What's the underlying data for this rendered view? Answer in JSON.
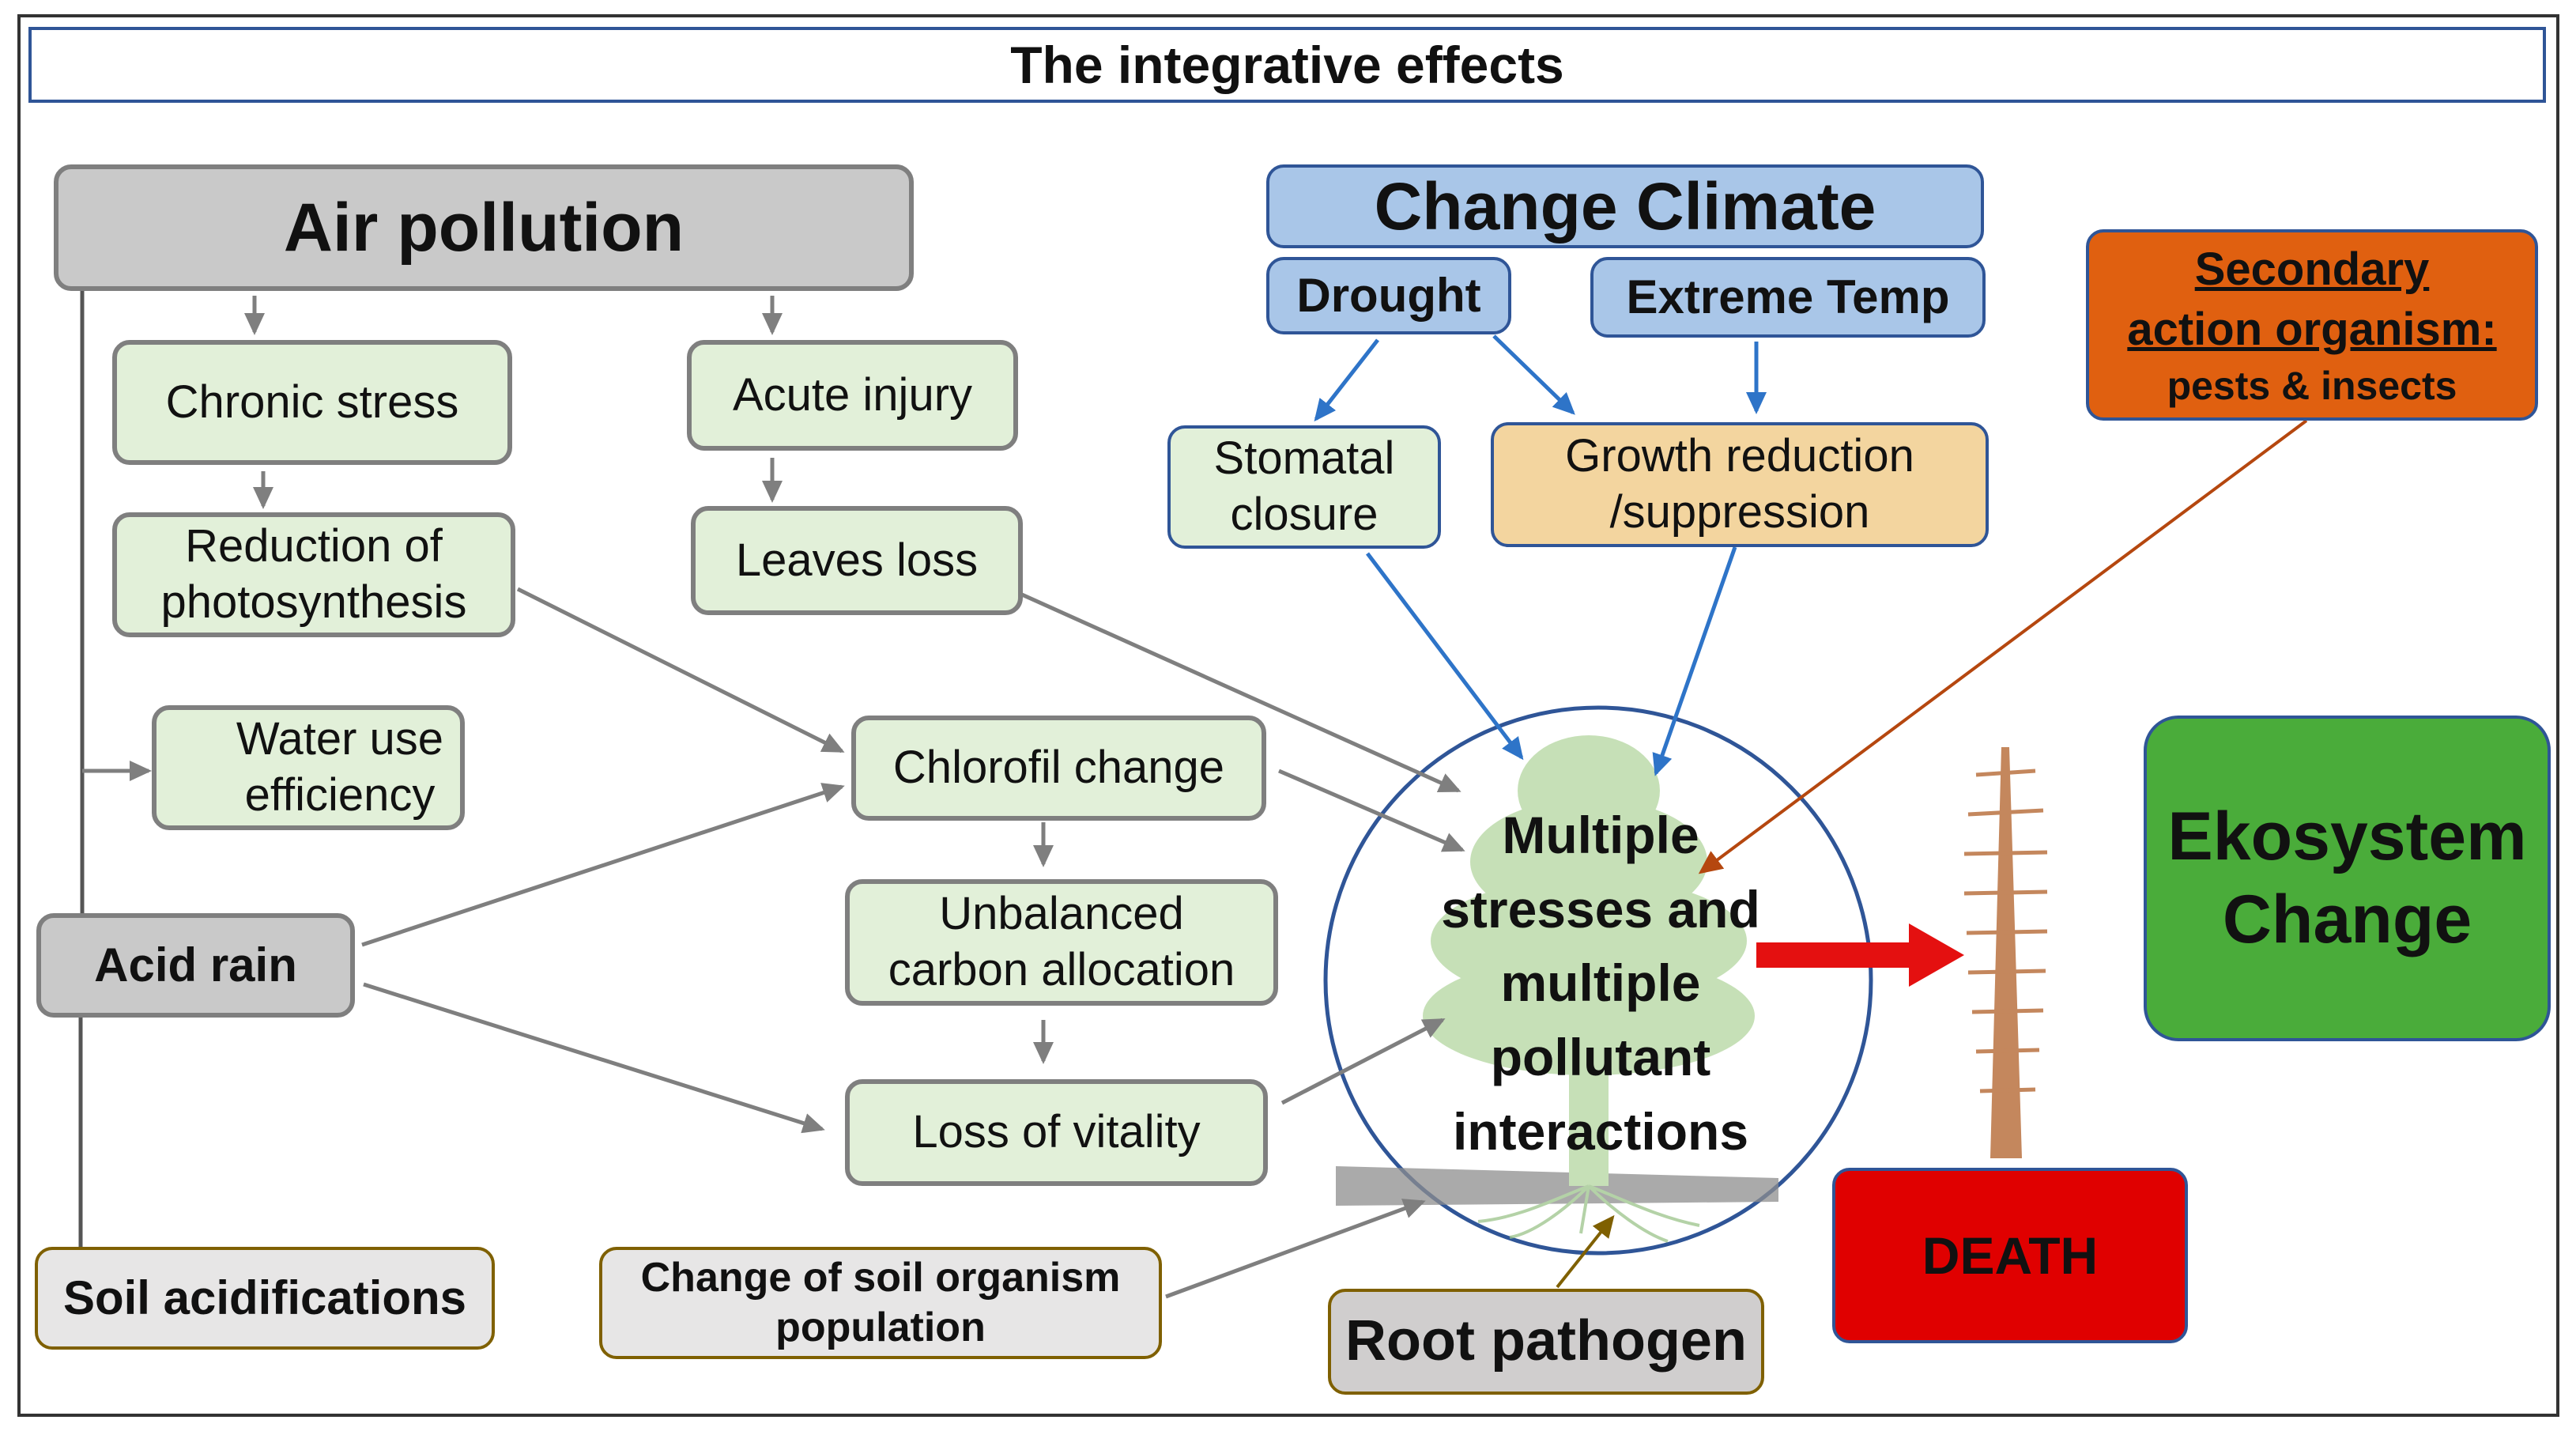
{
  "title": "The integrative effects",
  "nodes": {
    "air_pollution": "Air pollution",
    "chronic_stress": "Chronic stress",
    "acute_injury": "Acute injury",
    "reduction_photosynthesis": "Reduction of\nphotosynthesis",
    "leaves_loss": "Leaves loss",
    "water_use_efficiency": "Water use\nefficiency",
    "acid_rain": "Acid rain",
    "soil_acidifications": "Soil acidifications",
    "chlorofil_change": "Chlorofil change",
    "unbalanced_carbon": "Unbalanced\ncarbon allocation",
    "loss_of_vitality": "Loss of vitality",
    "change_soil_organism": "Change of soil organism\npopulation",
    "change_climate": "Change Climate",
    "drought": "Drought",
    "extreme_temp": "Extreme Temp",
    "stomatal_closure": "Stomatal\nclosure",
    "growth_reduction": "Growth reduction\n/suppression",
    "secondary_title": "Secondary\naction organism:",
    "secondary_sub": "pests & insects",
    "multiple_stresses": "Multiple\nstresses and\nmultiple\npollutant\ninteractions",
    "ekosystem_change": "Ekosystem\nChange",
    "death": "DEATH",
    "root_pathogen": "Root pathogen"
  },
  "icons": {
    "down_arrow": "arrow-down-icon",
    "tree": "tree-icon",
    "dead_tree": "dead-tree-icon"
  },
  "colors": {
    "green_box": "#e2f0d9",
    "gray_box": "#c9c9c9",
    "blue_box": "#a9c6e8",
    "tan_box": "#f3d59f",
    "secondary": "#e06010",
    "ekosystem": "#4aac3a",
    "death": "#e00000",
    "red_arrow": "#e41010",
    "blue_arrow": "#2e74c8",
    "gray_arrow": "#7f7f7f",
    "brown_arrow": "#b5470f"
  }
}
